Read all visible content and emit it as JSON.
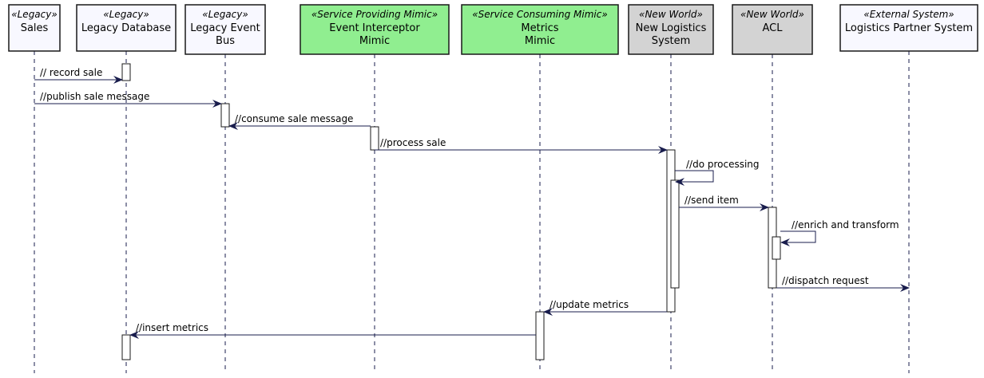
{
  "colors": {
    "legacy_fill": "#f8f8ff",
    "mimic_fill": "#90ee90",
    "new_world_fill": "#d3d3d3",
    "external_fill": "#f8f8ff",
    "border": "#181818",
    "line": "#181c4c",
    "activation_fill": "#ffffff"
  },
  "participants": [
    {
      "id": "sales",
      "stereotype": "«Legacy»",
      "lines": [
        "Sales"
      ],
      "kind": "legacy"
    },
    {
      "id": "legacy_db",
      "stereotype": "«Legacy»",
      "lines": [
        "Legacy Database"
      ],
      "kind": "legacy"
    },
    {
      "id": "legacy_bus",
      "stereotype": "«Legacy»",
      "lines": [
        "Legacy Event",
        "Bus"
      ],
      "kind": "legacy"
    },
    {
      "id": "interceptor",
      "stereotype": "«Service Providing Mimic»",
      "lines": [
        "Event Interceptor",
        "Mimic"
      ],
      "kind": "mimic"
    },
    {
      "id": "metrics",
      "stereotype": "«Service Consuming Mimic»",
      "lines": [
        "Metrics",
        "Mimic"
      ],
      "kind": "mimic"
    },
    {
      "id": "logistics",
      "stereotype": "«New World»",
      "lines": [
        "New Logistics",
        "System"
      ],
      "kind": "new_world"
    },
    {
      "id": "acl",
      "stereotype": "«New World»",
      "lines": [
        "ACL"
      ],
      "kind": "new_world"
    },
    {
      "id": "partner",
      "stereotype": "«External System»",
      "lines": [
        "Logistics Partner System"
      ],
      "kind": "external"
    }
  ],
  "messages": [
    {
      "from": "sales",
      "to": "legacy_db",
      "label": "// record sale"
    },
    {
      "from": "sales",
      "to": "legacy_bus",
      "label": "//publish sale message"
    },
    {
      "from": "interceptor",
      "to": "legacy_bus",
      "label": "//consume sale message"
    },
    {
      "from": "interceptor",
      "to": "logistics",
      "label": "//process sale"
    },
    {
      "from": "logistics",
      "to": "logistics",
      "label": "//do processing"
    },
    {
      "from": "logistics",
      "to": "acl",
      "label": "//send item"
    },
    {
      "from": "acl",
      "to": "acl",
      "label": "//enrich and transform"
    },
    {
      "from": "acl",
      "to": "partner",
      "label": "//dispatch request"
    },
    {
      "from": "logistics",
      "to": "metrics",
      "label": "//update metrics"
    },
    {
      "from": "metrics",
      "to": "legacy_db",
      "label": "//insert metrics"
    }
  ]
}
